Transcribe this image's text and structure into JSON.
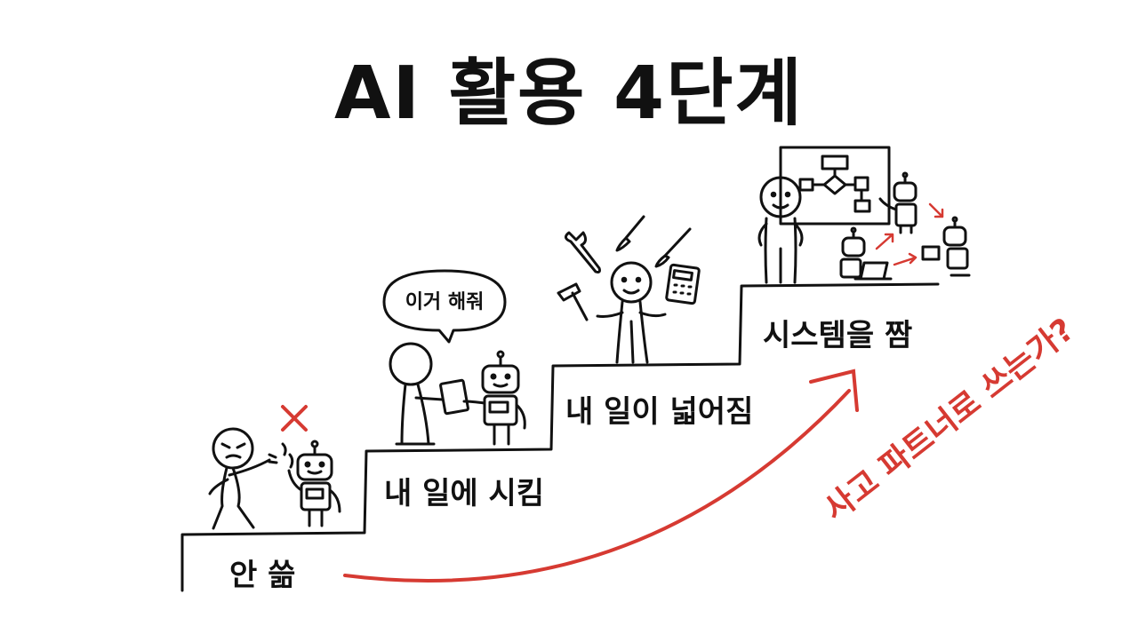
{
  "title": "AI 활용 4단계",
  "steps": [
    {
      "label": "안 쓺"
    },
    {
      "label": "내 일에 시킴"
    },
    {
      "label": "내 일이 넓어짐"
    },
    {
      "label": "시스템을 짬"
    }
  ],
  "speech_bubble": "이거 해줘",
  "arrow_caption": "사고 파트너로 쓰는가?",
  "colors": {
    "ink": "#111111",
    "accent": "#d63a32"
  },
  "icons": [
    "cross-mark-icon",
    "wrench-icon",
    "paintbrush-icon",
    "hammer-icon",
    "calculator-icon",
    "flowchart-board-icon",
    "robot-icon",
    "laptop-icon"
  ]
}
